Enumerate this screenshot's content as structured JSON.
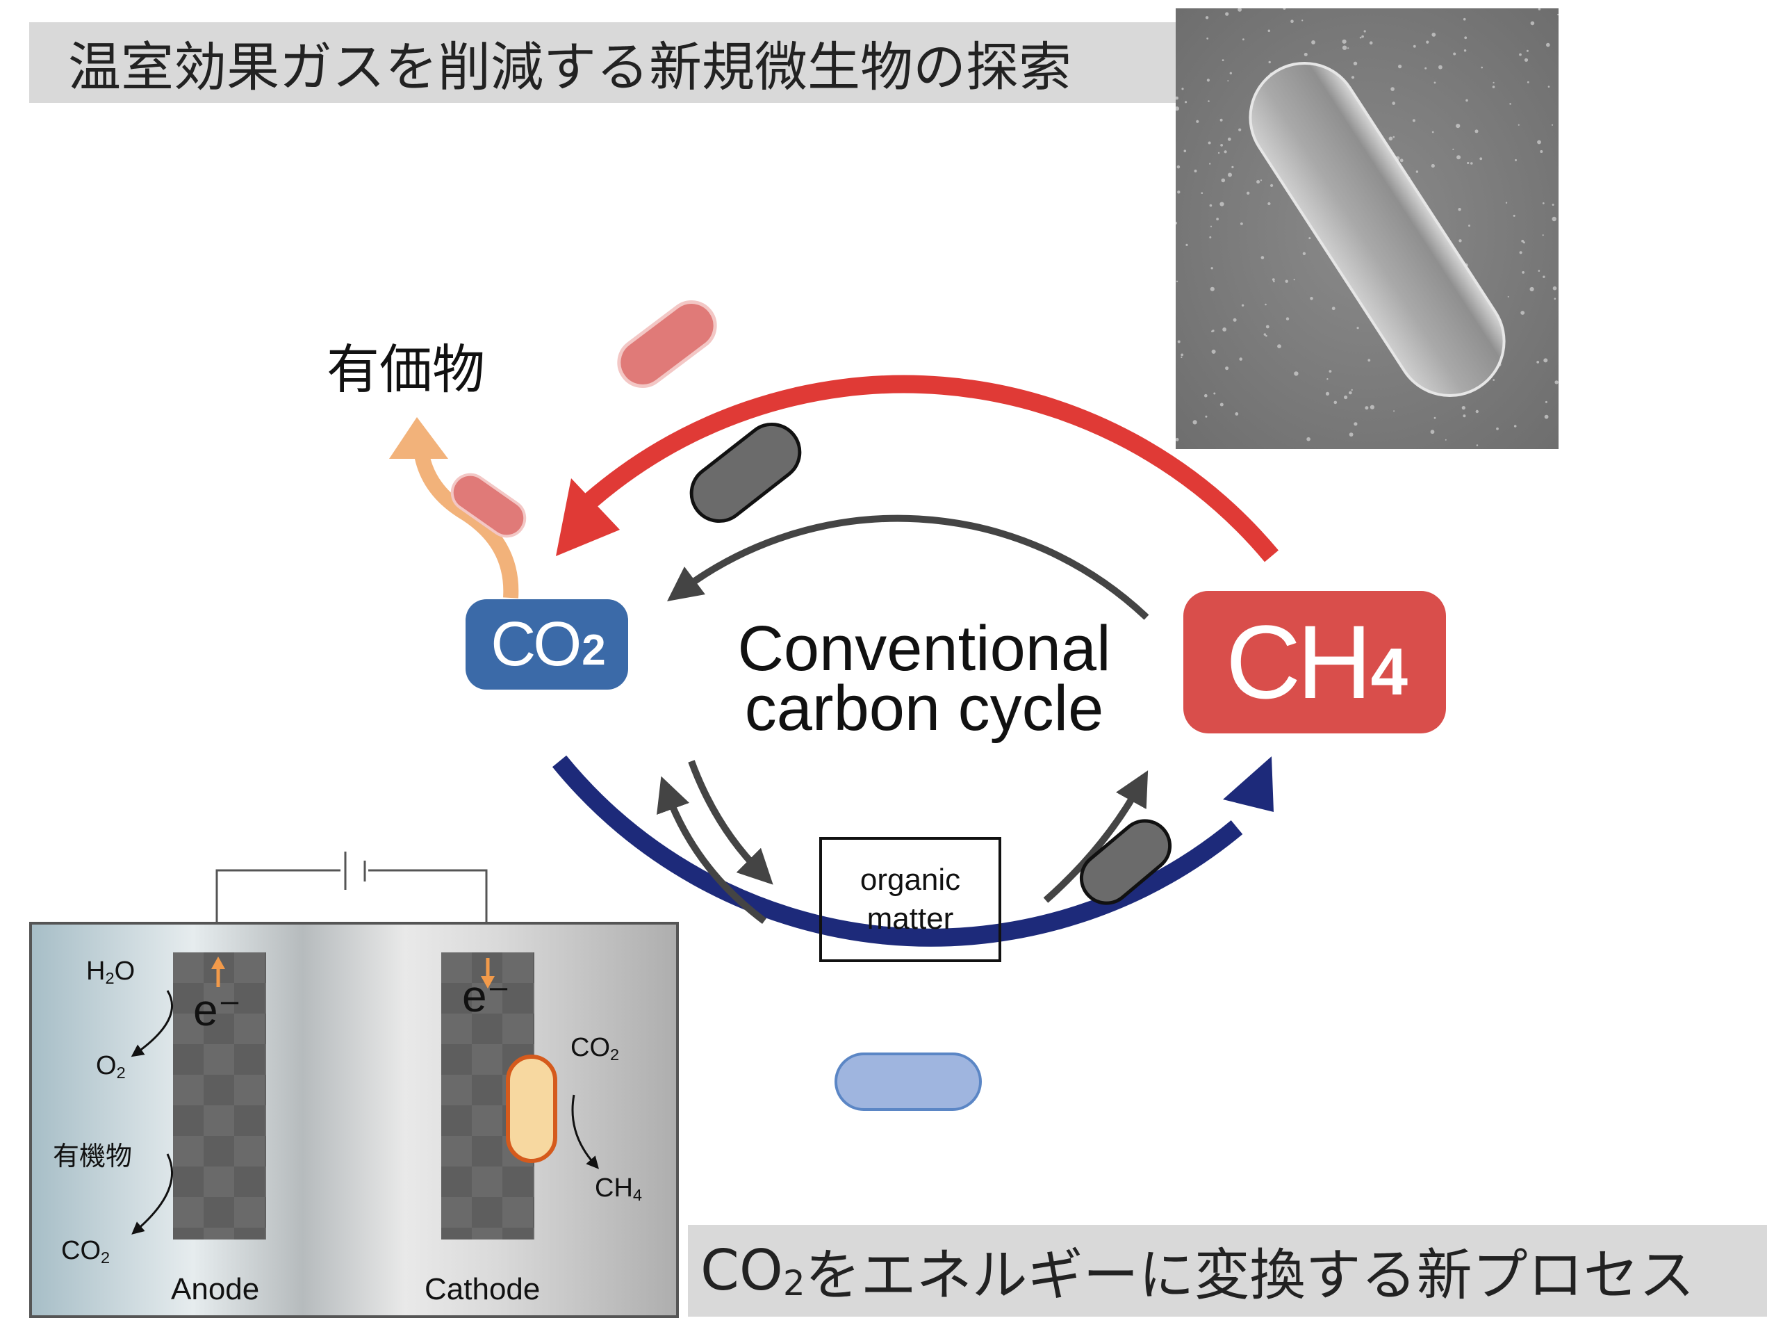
{
  "header": {
    "title": "温室効果ガスを削減する新規微生物の探索"
  },
  "footer": {
    "co2_main": "CO",
    "co2_sub": "2",
    "title_rest": "をエネルギーに変換する新プロセス"
  },
  "value_label": "有価物",
  "co2_box": {
    "main": "CO",
    "sub": "2"
  },
  "ch4_box": {
    "main": "CH",
    "sub": "4"
  },
  "center": {
    "line1": "Conventional",
    "line2": "carbon cycle"
  },
  "organic": {
    "line1": "organic",
    "line2": "matter"
  },
  "cell": {
    "anode": {
      "h2o_main": "H",
      "h2o_sub": "2",
      "h2o_end": "O",
      "o2_main": "O",
      "o2_sub": "2",
      "organic": "有機物",
      "co2_main": "CO",
      "co2_sub": "2",
      "e_label": "e⁻",
      "label": "Anode"
    },
    "cathode": {
      "co2_main": "CO",
      "co2_sub": "2",
      "ch4_main": "CH",
      "ch4_sub": "4",
      "e_label": "e⁻",
      "label": "Cathode"
    }
  },
  "colors": {
    "red_arrow": "#e03a36",
    "navy_arrow": "#1d2a7a",
    "gray_arrow": "#444444",
    "co2_box": "#3b6aa8",
    "ch4_box": "#d94e4b",
    "orange_arrow": "#f2b27a"
  },
  "icons": {
    "sem_image": "rod-bacterium-micrograph",
    "bacteria": "rod-bacterium-icon",
    "battery": "battery-symbol"
  }
}
